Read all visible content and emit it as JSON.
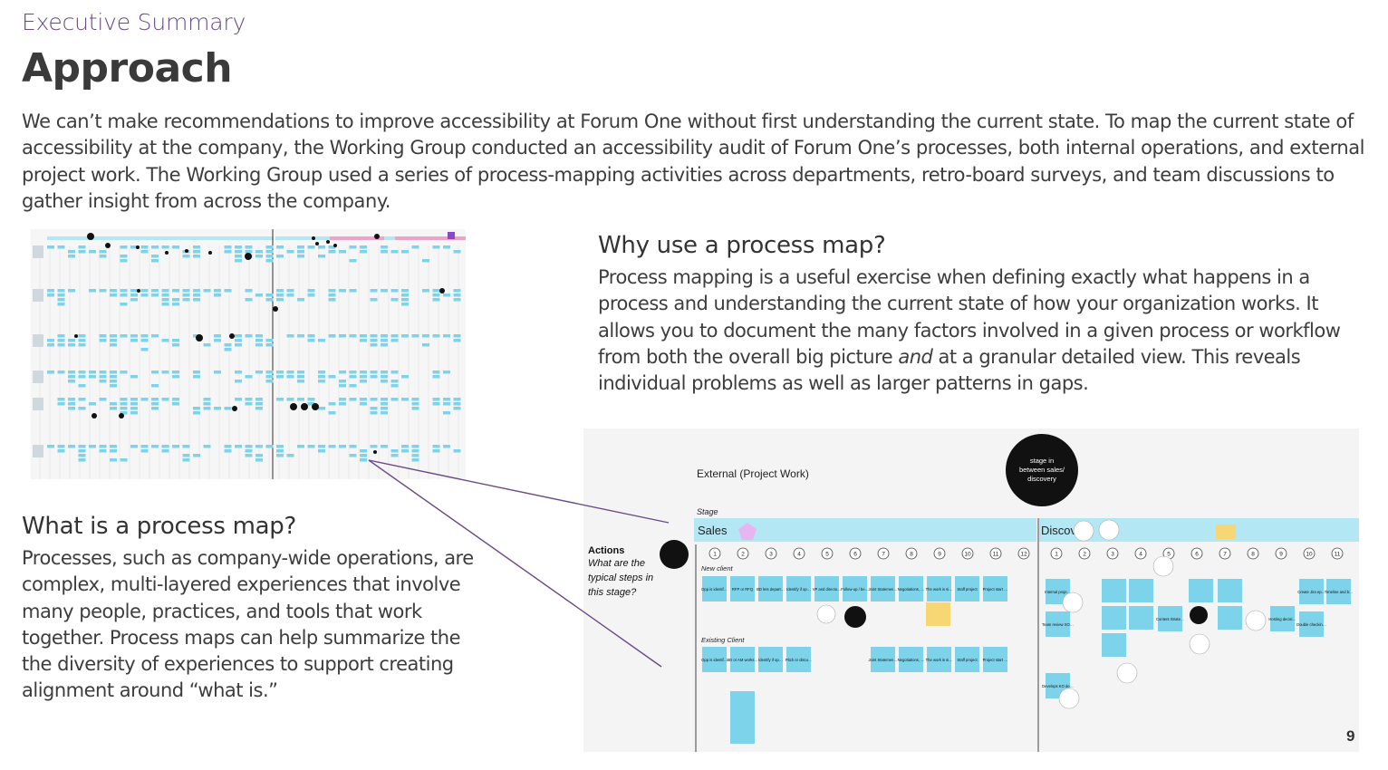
{
  "eyebrow": "Executive Summary",
  "title": "Approach",
  "intro": "We can’t make recommendations to improve accessibility at Forum One without first understanding the current state. To map the current state of accessibility at the company, the Working Group conducted an accessibility audit of Forum One’s processes, both internal operations, and external project work. The Working Group used a series of process-mapping activities across departments, retro-board surveys, and team discussions to gather insight from across the company.",
  "why": {
    "heading": "Why use a process map?",
    "body_part1": "Process mapping is a useful exercise when defining exactly what happens in a process and understanding the current state of how your organization works. It allows you to document the many factors involved in a given process or workflow from both the overall big picture ",
    "body_emphasis": "and",
    "body_part2": " at a granular detailed view. This reveals individual problems as well as larger patterns in gaps."
  },
  "what": {
    "heading": "What is a process map?",
    "body": "Processes, such as company-wide operations, are complex, multi-layered experiences that involve many people, practices, and tools that work together. Process maps can help summarize the the diversity of experiences to support creating alignment around “what is.”"
  },
  "detail_map": {
    "board_title": "External (Project Work)",
    "bubble_text": "stage in between sales/ discovery",
    "stage_label": "Stage",
    "sales_label": "Sales",
    "discovery_label": "Discovery",
    "actions_label": "Actions",
    "actions_question": "What are the typical steps in this stage?",
    "new_client_label": "New client",
    "existing_client_label": "Existing Client",
    "sales_steps": [
      "1",
      "2",
      "3",
      "4",
      "5",
      "6",
      "7",
      "8",
      "9",
      "10",
      "11",
      "12"
    ],
    "discovery_steps": [
      "1",
      "2",
      "3",
      "4",
      "5",
      "6",
      "7",
      "8",
      "9",
      "10",
      "11"
    ],
    "new_client_cards": [
      "Opp is identified",
      "RFP or RFQ",
      "BD lets department VP know about opportunity",
      "Identify if opportunity is a good fit; ask questions of client",
      "VP and director contribute to development of proposal / SOW for client",
      "Follow-up / best and final (new opportunity)",
      "Joint Statement of Work (SOW) is created, worked",
      "Negotiations, revisions of SOW prior to signing",
      "The work is signed!",
      "Staff project",
      "Project start approval email is sent out"
    ],
    "existing_client_cards": [
      "Opp is identified",
      "BD or AM works with client on follow-on RFP (or RFP is released to solicit outside vendors)",
      "Identify if opportunity is a good fit",
      "Pitch or discussion (sometimes)",
      "Joint Statement of Work (SOW) is created",
      "Negotiations, revisions of SOW prior to signing",
      "The work is signed!",
      "Staff project",
      "Project start approval email is sent out (sometimes)"
    ],
    "discovery_cards": [
      "Internal project KO meeting",
      "Team review SOW",
      "Develops KO deck",
      "Content Strategy",
      "Hosting decisions",
      "Create Jira epics based on product requirements",
      "Timeline and budget estimations",
      "Double checking SOW for team commitments"
    ],
    "page_number": "9"
  },
  "colors": {
    "eyebrow": "#6a4a86",
    "band": "#b3e7f4",
    "card": "#7dd3ea",
    "connector": "#6a4a86",
    "sticky_yellow": "#f7d774",
    "bubble": "#111111"
  }
}
